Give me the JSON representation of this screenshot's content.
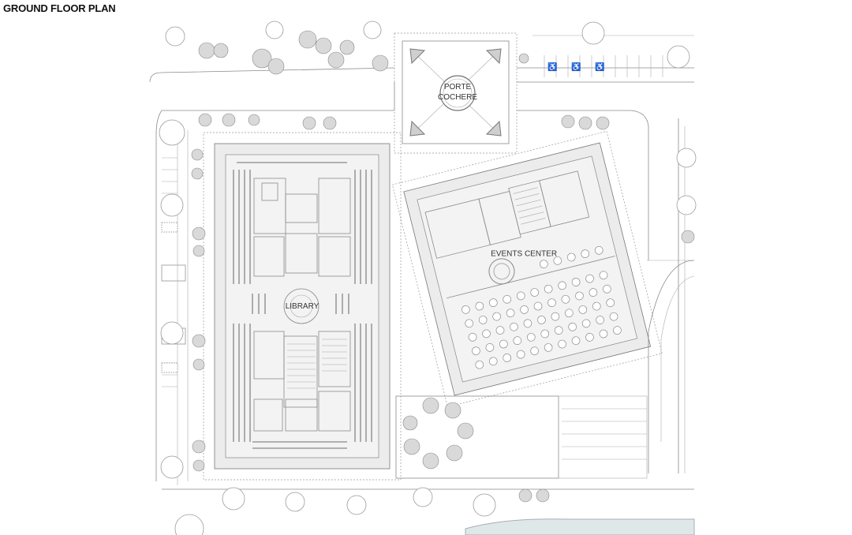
{
  "plan": {
    "title": "GROUND FLOOR PLAN",
    "labels": {
      "porte_cochere_line1": "PORTE",
      "porte_cochere_line2": "COCHERE",
      "library": "LIBRARY",
      "events_center": "EVENTS CENTER"
    }
  },
  "colors": {
    "line": "#8a8a8a",
    "wall_fill": "#ececec",
    "floor_fill": "#f3f3f3",
    "water": "#dfe8e8"
  },
  "icons": {
    "accessible_parking": "wheelchair-icon",
    "trees": "tree-symbol",
    "shrubs": "shrub-symbol"
  }
}
